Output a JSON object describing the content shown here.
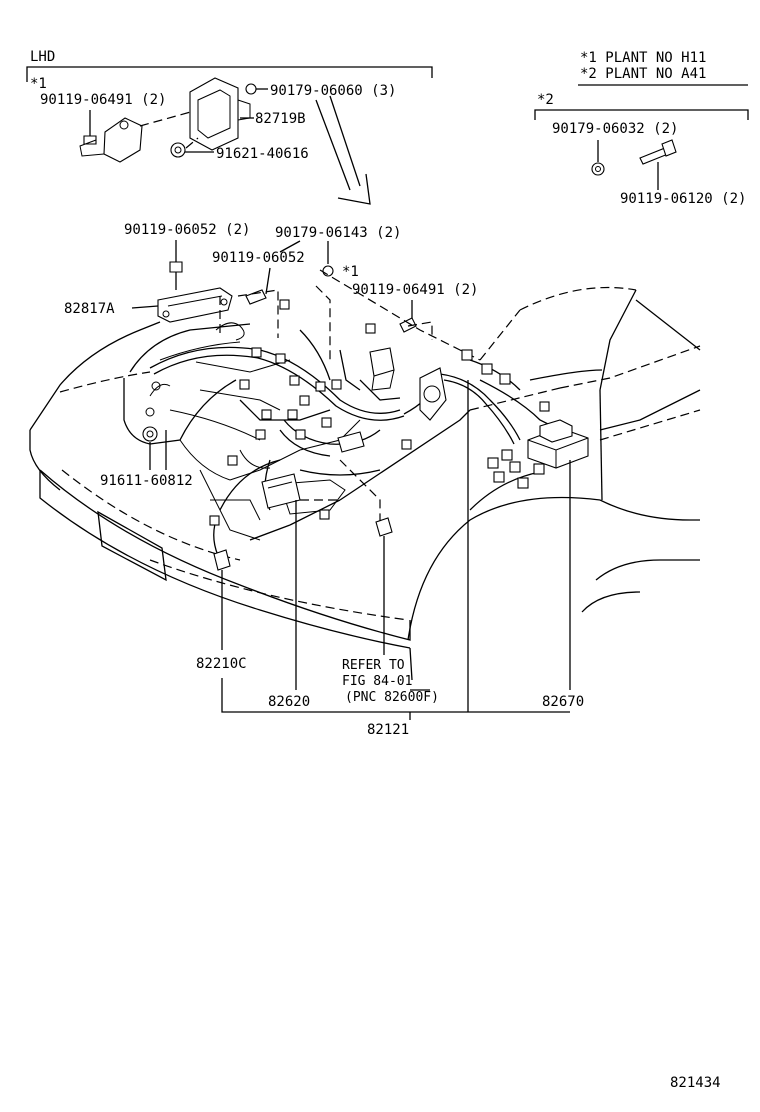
{
  "header": {
    "lhd_label": "LHD",
    "note_1": "*1 PLANT NO H11",
    "note_2": "*2 PLANT NO A41"
  },
  "section_lhd": {
    "marker": "*1",
    "parts": [
      "90119-06491 (2)",
      "90179-06060 (3)",
      "82719B",
      "91621-40616"
    ]
  },
  "section_2": {
    "marker": "*2",
    "parts": [
      "90179-06032 (2)",
      "90119-06120 (2)"
    ]
  },
  "main": {
    "labels": {
      "p90119_06052_2": "90119-06052 (2)",
      "p90179_06143_2": "90179-06143 (2)",
      "p90119_06052": "90119-06052",
      "star1": "*1",
      "p90119_06491_2": "90119-06491 (2)",
      "p82817A": "82817A",
      "p91611_60812": "91611-60812",
      "p82210C": "82210C",
      "refer_1": "REFER TO",
      "refer_2": "FIG 84-01",
      "refer_3": "(PNC 82600F)",
      "p82620": "82620",
      "p82670": "82670",
      "p82121": "82121"
    }
  },
  "footer": {
    "diagram_number": "821434"
  },
  "colors": {
    "ink": "#000000",
    "paper": "#ffffff"
  }
}
